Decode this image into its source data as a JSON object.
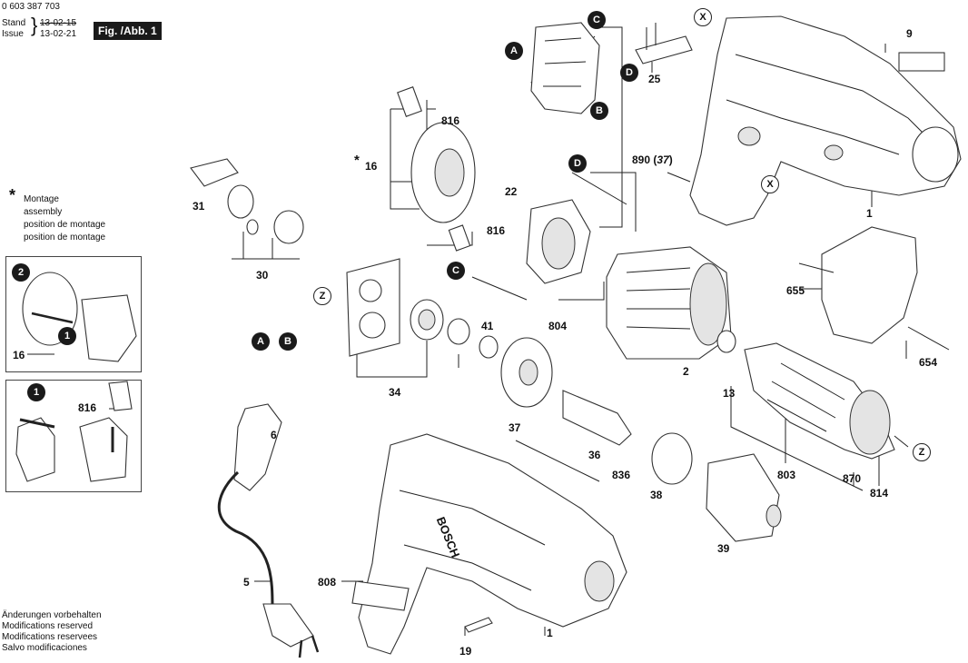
{
  "header": {
    "part_number": "0 603 387 703",
    "stand_label": "Stand",
    "issue_label": "Issue",
    "stand_date": "13-02-15",
    "issue_date": "13-02-21",
    "figure_label": "Fig. /Abb. 1"
  },
  "legend": {
    "symbol": "*",
    "lines": [
      "Montage",
      "assembly",
      "position de montage",
      "position de montage"
    ]
  },
  "footer_notes": [
    "Änderungen vorbehalten",
    "Modifications reserved",
    "Modifications reservees",
    "Salvo modificaciones"
  ],
  "brand_text": "BOSCH",
  "callouts": {
    "c9": "9",
    "c25": "25",
    "c1a": "1",
    "c1b": "1",
    "c816a": "816",
    "c816b": "816",
    "c816c": "816",
    "c16": "16",
    "c16b": "16",
    "c22": "22",
    "c890": "890 (",
    "c890i": "37",
    "c890e": ")",
    "c31": "31",
    "c30": "30",
    "c34": "34",
    "c41": "41",
    "c804": "804",
    "c655": "655",
    "c654": "654",
    "c2": "2",
    "c13": "13",
    "c6": "6",
    "c37": "37",
    "c36": "36",
    "c836": "836",
    "c38": "38",
    "c803": "803",
    "c870": "870",
    "c814": "814",
    "c39": "39",
    "c808": "808",
    "c5": "5",
    "c19": "19"
  },
  "letter_markers": {
    "a": "A",
    "b": "B",
    "c": "C",
    "d": "D",
    "x": "X",
    "z": "Z",
    "one": "1",
    "two": "2"
  }
}
